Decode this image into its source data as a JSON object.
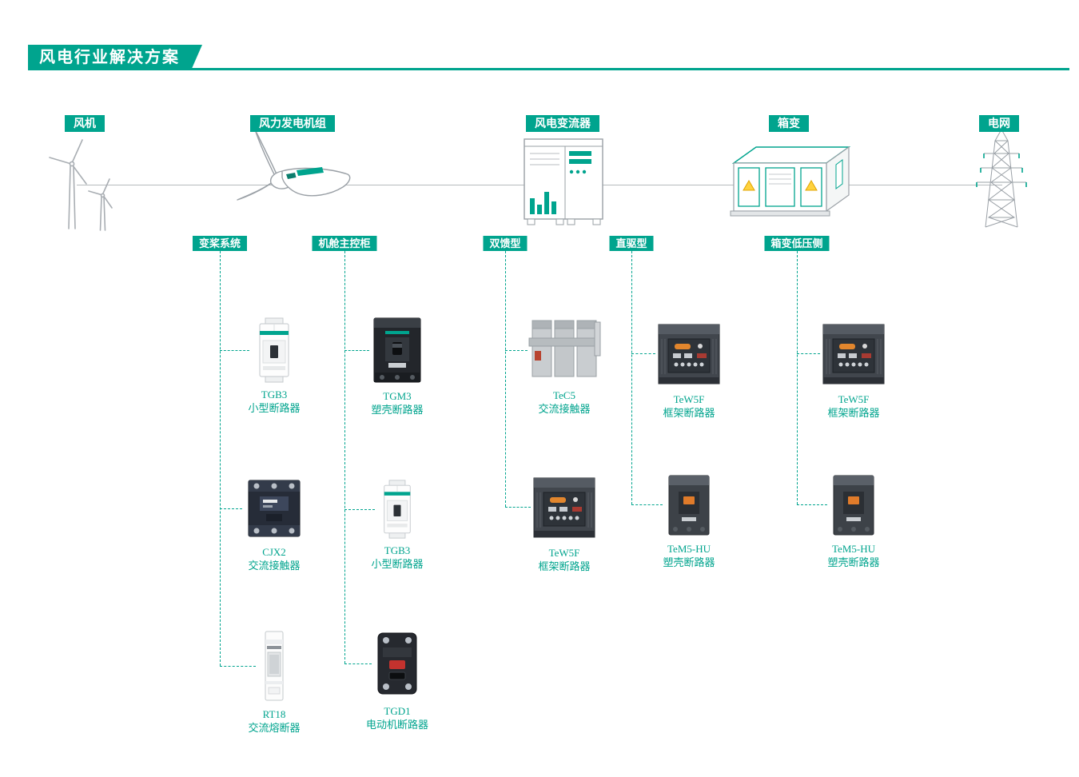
{
  "header": {
    "title": "风电行业解决方案"
  },
  "colors": {
    "accent": "#00a48e"
  },
  "chain": [
    {
      "label": "风机",
      "icon": "wind-turbine-icon"
    },
    {
      "label": "风力发电机组",
      "icon": "nacelle-icon"
    },
    {
      "label": "风电变流器",
      "icon": "converter-cabinet-icon"
    },
    {
      "label": "箱变",
      "icon": "box-transformer-icon"
    },
    {
      "label": "电网",
      "icon": "transmission-tower-icon"
    }
  ],
  "columns": [
    {
      "label": "变桨系统",
      "products": [
        {
          "model": "TGB3",
          "name": "小型断路器",
          "icon": "miniature-circuit-breaker-icon"
        },
        {
          "model": "CJX2",
          "name": "交流接触器",
          "icon": "ac-contactor-icon"
        },
        {
          "model": "RT18",
          "name": "交流熔断器",
          "icon": "ac-fuse-icon"
        }
      ]
    },
    {
      "label": "机舱主控柜",
      "products": [
        {
          "model": "TGM3",
          "name": "塑壳断路器",
          "icon": "molded-case-circuit-breaker-icon"
        },
        {
          "model": "TGB3",
          "name": "小型断路器",
          "icon": "miniature-circuit-breaker-icon"
        },
        {
          "model": "TGD1",
          "name": "电动机断路器",
          "icon": "motor-circuit-breaker-icon"
        }
      ]
    },
    {
      "label": "双馈型",
      "products": [
        {
          "model": "TeC5",
          "name": "交流接触器",
          "icon": "ac-contactor-gray-icon"
        },
        {
          "model": "TeW5F",
          "name": "框架断路器",
          "icon": "air-circuit-breaker-icon"
        }
      ]
    },
    {
      "label": "直驱型",
      "products": [
        {
          "model": "TeW5F",
          "name": "框架断路器",
          "icon": "air-circuit-breaker-icon"
        },
        {
          "model": "TeM5-HU",
          "name": "塑壳断路器",
          "icon": "molded-case-circuit-breaker-gray-icon"
        }
      ]
    },
    {
      "label": "箱变低压侧",
      "products": [
        {
          "model": "TeW5F",
          "name": "框架断路器",
          "icon": "air-circuit-breaker-icon"
        },
        {
          "model": "TeM5-HU",
          "name": "塑壳断路器",
          "icon": "molded-case-circuit-breaker-gray-icon"
        }
      ]
    }
  ]
}
